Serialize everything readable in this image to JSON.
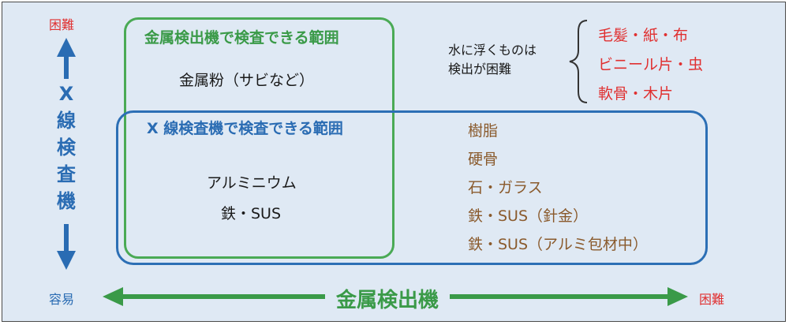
{
  "axis": {
    "y_top": "困難",
    "y_bottom": "容易",
    "y_label_chars": [
      "X",
      "線",
      "検",
      "査",
      "機"
    ],
    "x_label": "金属検出機",
    "x_right": "困難"
  },
  "green_box": {
    "title": "金属検出機で検査できる範囲",
    "item": "金属粉（サビなど）"
  },
  "blue_box": {
    "title": "X 線検査機で検査できる範囲",
    "items_left": [
      "アルミニウム",
      "鉄・SUS"
    ],
    "items_right": [
      "樹脂",
      "硬骨",
      "石・ガラス",
      "鉄・SUS（針金）",
      "鉄・SUS（アルミ包材中）"
    ]
  },
  "floating": {
    "note_lines": [
      "水に浮くものは",
      "検出が困難"
    ],
    "items": [
      "毛髪・紙・布",
      "ビニール片・虫",
      "軟骨・木片"
    ]
  },
  "colors": {
    "green": "#3a9a48",
    "blue": "#2a6cb3",
    "red": "#e03030",
    "brown": "#8a5a2c",
    "background": "#dfe9f4"
  }
}
